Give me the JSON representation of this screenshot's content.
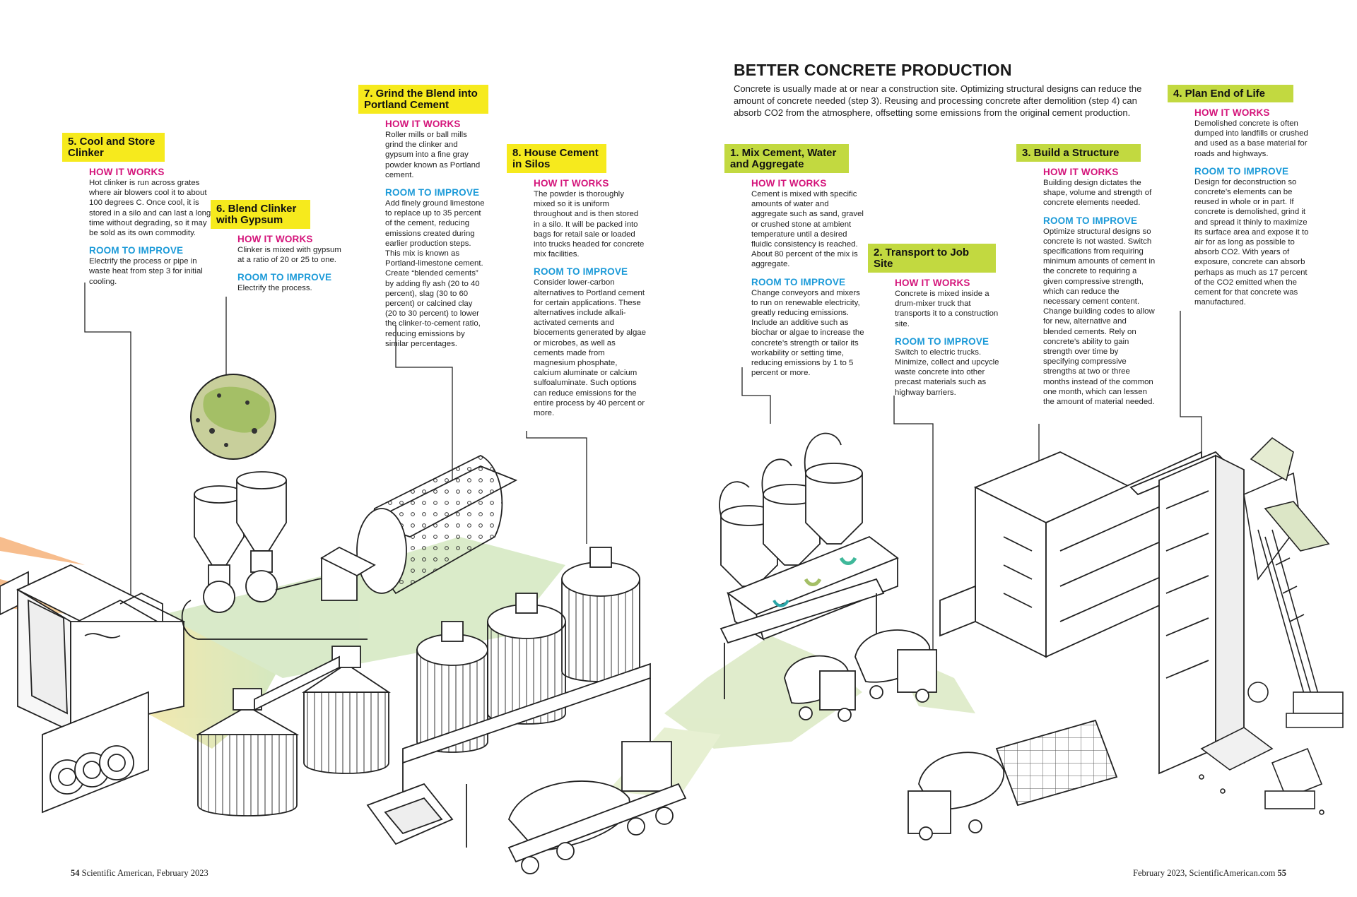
{
  "title": "BETTER CONCRETE PRODUCTION",
  "intro": "Concrete is usually made at or near a construction site. Optimizing structural designs can reduce the amount of concrete needed (step 3). Reusing and processing concrete after demolition (step 4) can absorb CO2 from the atmosphere, offsetting some emissions from the original cement production.",
  "labels": {
    "how": "HOW IT WORKS",
    "improve": "ROOM TO IMPROVE"
  },
  "colors": {
    "yellow": "#f6ea1d",
    "green": "#c2d940",
    "how": "#d4147a",
    "improve": "#1b9ad8"
  },
  "steps": {
    "s5": {
      "title": "5. Cool and Store Clinker",
      "how": "Hot clinker is run across grates where air blowers cool it to about 100 degrees C. Once cool, it is stored in a silo and can last a long time without degrading, so it may be sold as its own commodity.",
      "improve": "Electrify the process or pipe in waste heat from step 3 for initial cooling."
    },
    "s6": {
      "title": "6. Blend Clinker with Gypsum",
      "how": "Clinker is mixed with gypsum at a ratio of 20 or 25 to one.",
      "improve": "Electrify the process."
    },
    "s7": {
      "title": "7. Grind the Blend into Portland Cement",
      "how": "Roller mills or ball mills grind the clinker and gypsum into a fine gray powder known as Portland cement.",
      "improve": "Add finely ground limestone to replace up to 35 percent of the cement, reducing emissions created during earlier production steps. This mix is known as Portland-limestone cement. Create “blended cements” by adding fly ash (20 to 40 percent), slag (30 to 60 percent) or calcined clay (20 to 30 percent) to lower the clinker-to-cement ratio, reducing emissions by similar percentages."
    },
    "s8": {
      "title": "8. House Cement in Silos",
      "how": "The powder is thoroughly mixed so it is uniform throughout and is then stored in a silo. It will be packed into bags for retail sale or loaded into trucks headed for concrete mix facilities.",
      "improve": "Consider lower-carbon alternatives to Portland cement for certain applications. These alternatives include alkali-activated cements and biocements generated by algae or microbes, as well as cements made from magnesium phosphate, calcium aluminate or calcium sulfoaluminate. Such options can reduce emissions for the entire process by 40 percent or more."
    },
    "s1": {
      "title": "1. Mix Cement, Water and Aggregate",
      "how": "Cement is mixed with specific amounts of water and aggregate such as sand, gravel or crushed stone at ambient temperature until a desired fluidic consistency is reached. About 80 percent of the mix is aggregate.",
      "improve": "Change conveyors and mixers to run on renewable electricity, greatly reducing emissions. Include an additive such as biochar or algae to increase the concrete’s strength or tailor its workability or setting time, reducing emissions by 1 to 5 percent or more."
    },
    "s2": {
      "title": "2. Transport to Job Site",
      "how": "Concrete is mixed inside a drum-mixer truck that transports it to a construction site.",
      "improve": "Switch to electric trucks. Minimize, collect and upcycle waste concrete into other precast materials such as highway barriers."
    },
    "s3": {
      "title": "3. Build a Structure",
      "how": "Building design dictates the shape, volume and strength of concrete elements needed.",
      "improve": "Optimize structural designs so concrete is not wasted. Switch specifications from requiring minimum amounts of cement in the concrete to requiring a given compressive strength, which can reduce the necessary cement content. Change building codes to allow for new, alternative and blended cements. Rely on concrete’s ability to gain strength over time by specifying compressive strengths at two or three months instead of the common one month, which can lessen the amount of material needed."
    },
    "s4": {
      "title": "4. Plan End of Life",
      "how": "Demolished concrete is often dumped into landfills or crushed and used as a base material for roads and highways.",
      "improve": "Design for deconstruction so concrete’s elements can be reused in whole or in part. If concrete is demolished, grind it and spread it thinly to maximize its surface area and expose it to air for as long as possible to absorb CO2. With years of exposure, concrete can absorb perhaps as much as 17 percent of the CO2 emitted when the cement for that concrete was manufactured."
    }
  },
  "footer": {
    "left_num": "54",
    "left_text": "Scientific American, February 2023",
    "right_text": "February 2023, ScientificAmerican.com",
    "right_num": "55"
  }
}
